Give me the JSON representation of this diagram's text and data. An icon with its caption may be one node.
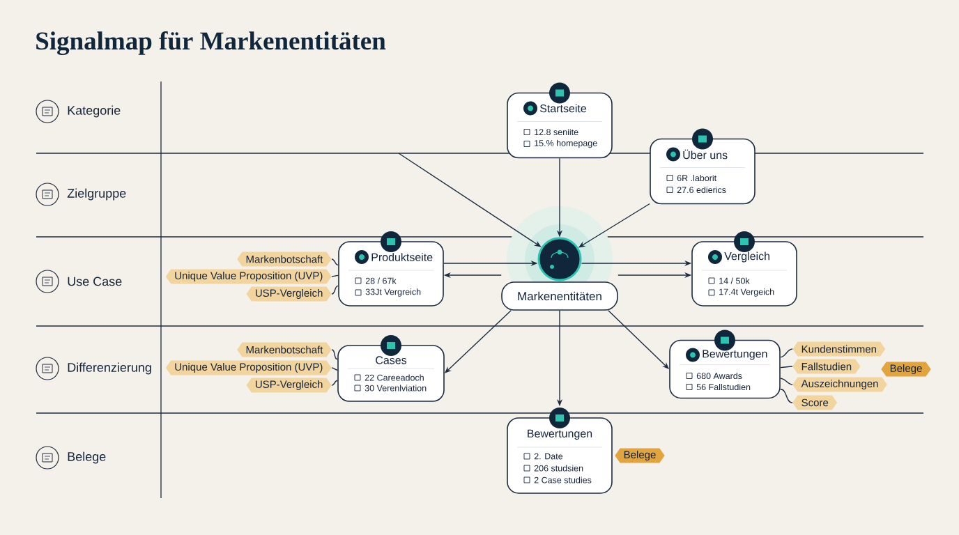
{
  "diagram": {
    "title": "Signalmap für Markenentitäten",
    "nodes": [
      {
        "text": [
          "Startseite",
          "12.8 seniite",
          "15.% homepage"
        ]
      },
      {
        "text": [
          "Über uns",
          "6R .laborit",
          "27.6 edierics"
        ]
      },
      {
        "text": [
          "Produktseite",
          "28 / 67k",
          "33Jt Vergreich"
        ]
      },
      {
        "text": [],
        "shape": "circle"
      },
      {
        "text": [
          "Markenentitäten"
        ]
      },
      {
        "text": [
          "Vergleich",
          "14 / 50k",
          "17.4t Vergeich"
        ]
      },
      {
        "text": [
          "Cases",
          "22 Careeadoch",
          "30 Verenlviation"
        ]
      },
      {
        "text": [
          "Bewertungen",
          "680 Awards",
          "56 Fallstudien"
        ]
      },
      {
        "text": [
          "Bewertungen",
          "2. Date",
          "206 studsien",
          "2 Case studies"
        ]
      },
      {
        "text": [
          "Markenbotschaft"
        ]
      },
      {
        "text": [
          "Unique Value Proposition (UVP)"
        ]
      },
      {
        "text": [
          "USP-Vergleich"
        ]
      },
      {
        "text": [
          "Markenbotschaft"
        ]
      },
      {
        "text": [
          "Unique Value Proposition (UVP)"
        ]
      },
      {
        "text": [
          "USP-Vergleich"
        ]
      },
      {
        "text": [
          "Kundenstimmen"
        ]
      },
      {
        "text": [
          "Fallstudien"
        ]
      },
      {
        "text": [
          "Auszeichnungen"
        ]
      },
      {
        "text": [
          "Score"
        ]
      },
      {
        "text": [
          "Belege"
        ]
      },
      {
        "text": [
          "Belege"
        ]
      }
    ],
    "edges": [
      {
        "from": 0,
        "to": 3,
        "arrow": "to"
      },
      {
        "from": 1,
        "to": 3,
        "arrow": "to"
      },
      {
        "from": null,
        "to": 3,
        "arrow": "to"
      },
      {
        "from": 2,
        "to": 3,
        "arrow": "to"
      },
      {
        "from": 4,
        "to": 2,
        "arrow": "to"
      },
      {
        "from": 3,
        "to": 5,
        "arrow": "to"
      },
      {
        "from": 4,
        "to": 5,
        "arrow": "to"
      },
      {
        "from": 4,
        "to": 6,
        "arrow": "to"
      },
      {
        "from": 4,
        "to": 8,
        "arrow": "to"
      },
      {
        "from": 4,
        "to": 7,
        "arrow": "to"
      },
      {
        "from": 9,
        "to": 2,
        "arrow": "none"
      },
      {
        "from": 10,
        "to": 2,
        "arrow": "none"
      },
      {
        "from": 11,
        "to": 2,
        "arrow": "none"
      },
      {
        "from": 12,
        "to": 6,
        "arrow": "none"
      },
      {
        "from": 13,
        "to": 6,
        "arrow": "none"
      },
      {
        "from": 14,
        "to": 6,
        "arrow": "none"
      },
      {
        "from": 7,
        "to": 15,
        "arrow": "none"
      },
      {
        "from": 7,
        "to": 16,
        "arrow": "none"
      },
      {
        "from": 7,
        "to": 17,
        "arrow": "none"
      },
      {
        "from": 7,
        "to": 18,
        "arrow": "none"
      }
    ],
    "labels": [
      "Kategorie",
      "Zielgruppe",
      "Use Case",
      "Differenzierung",
      "Belege"
    ]
  }
}
